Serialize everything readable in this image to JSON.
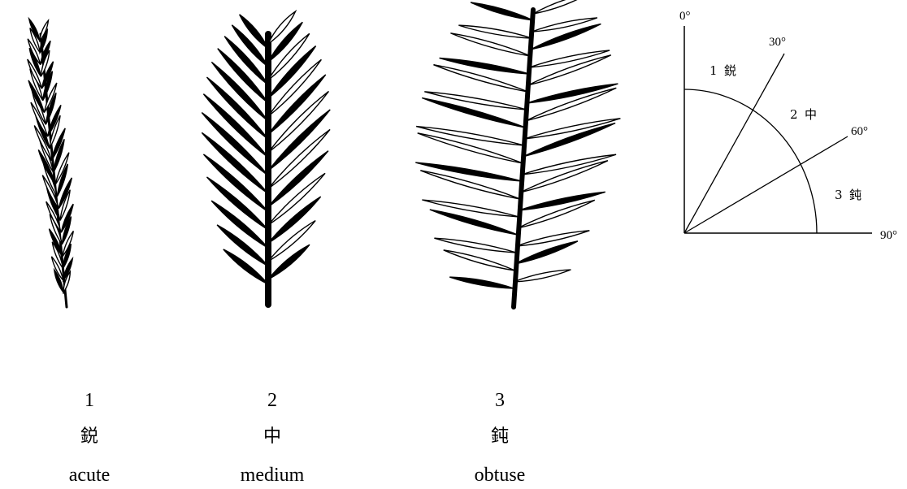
{
  "specimens": [
    {
      "number": "1",
      "label_ja": "鋭",
      "label_en": "acute"
    },
    {
      "number": "2",
      "label_ja": "中",
      "label_en": "medium"
    },
    {
      "number": "3",
      "label_ja": "鈍",
      "label_en": "obtuse"
    }
  ],
  "angle_diagram": {
    "angle_labels": [
      "0°",
      "30°",
      "60°",
      "90°"
    ],
    "zones": [
      {
        "number": "1",
        "label": "鋭"
      },
      {
        "number": "2",
        "label": "中"
      },
      {
        "number": "3",
        "label": "鈍"
      }
    ]
  },
  "colors": {
    "ink": "#000000",
    "background": "#ffffff"
  }
}
